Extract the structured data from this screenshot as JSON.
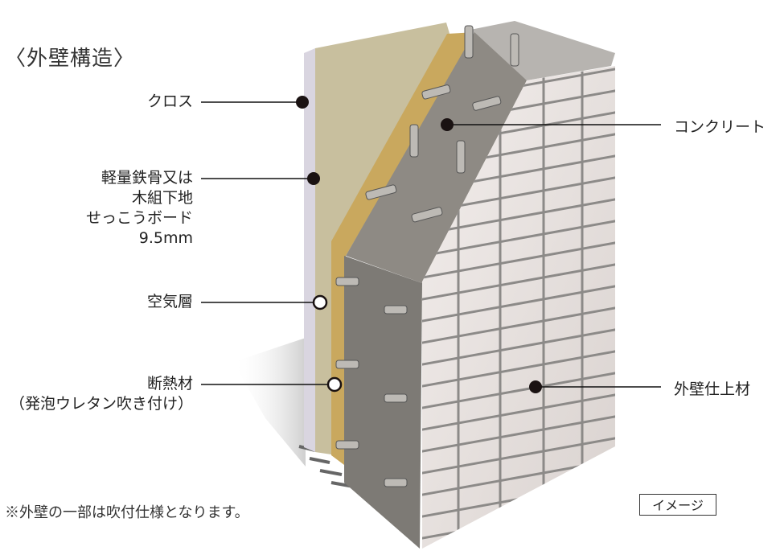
{
  "title": "〈外壁構造〉",
  "labels": {
    "cloth": "クロス",
    "board": [
      "軽量鉄骨又は",
      "木組下地",
      "せっこうボード",
      "9.5mm"
    ],
    "air_layer": "空気層",
    "insulation": [
      "断熱材",
      "（発泡ウレタン吹き付け）"
    ],
    "concrete": "コンクリート",
    "exterior_finish": "外壁仕上材"
  },
  "note": "※外壁の一部は吹付仕様となります。",
  "image_badge": "イメージ",
  "colors": {
    "cloth": "#d9d5e0",
    "board": "#c8bf9e",
    "insulation": "#c9a85e",
    "concrete": "#85817b",
    "tile": "#ebe5e3",
    "joint": "#8c8a88"
  }
}
